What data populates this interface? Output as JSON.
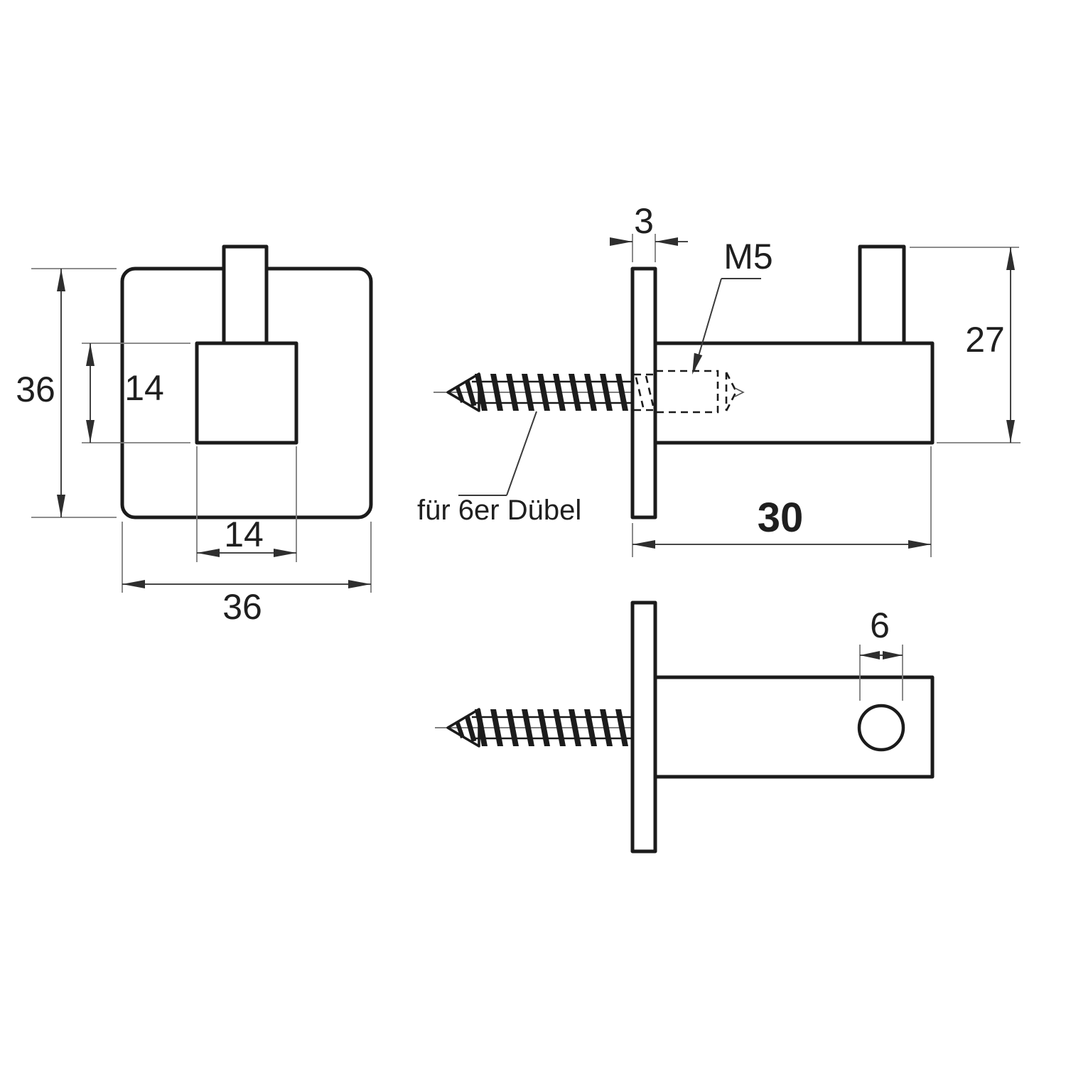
{
  "labels": {
    "front": {
      "height": "36",
      "hook_height": "14",
      "hook_width": "14",
      "width": "36"
    },
    "side": {
      "plate_thickness": "3",
      "thread": "M5",
      "height": "27",
      "length": "30",
      "screw_note": "für 6er Dübel"
    },
    "top": {
      "hole_diameter": "6"
    }
  },
  "colors": {
    "background": "#ffffff",
    "outline": "#1b1b1b",
    "dimension": "#2e2e2e",
    "extension": "#7d7d7d",
    "text": "#1f1f1f"
  }
}
